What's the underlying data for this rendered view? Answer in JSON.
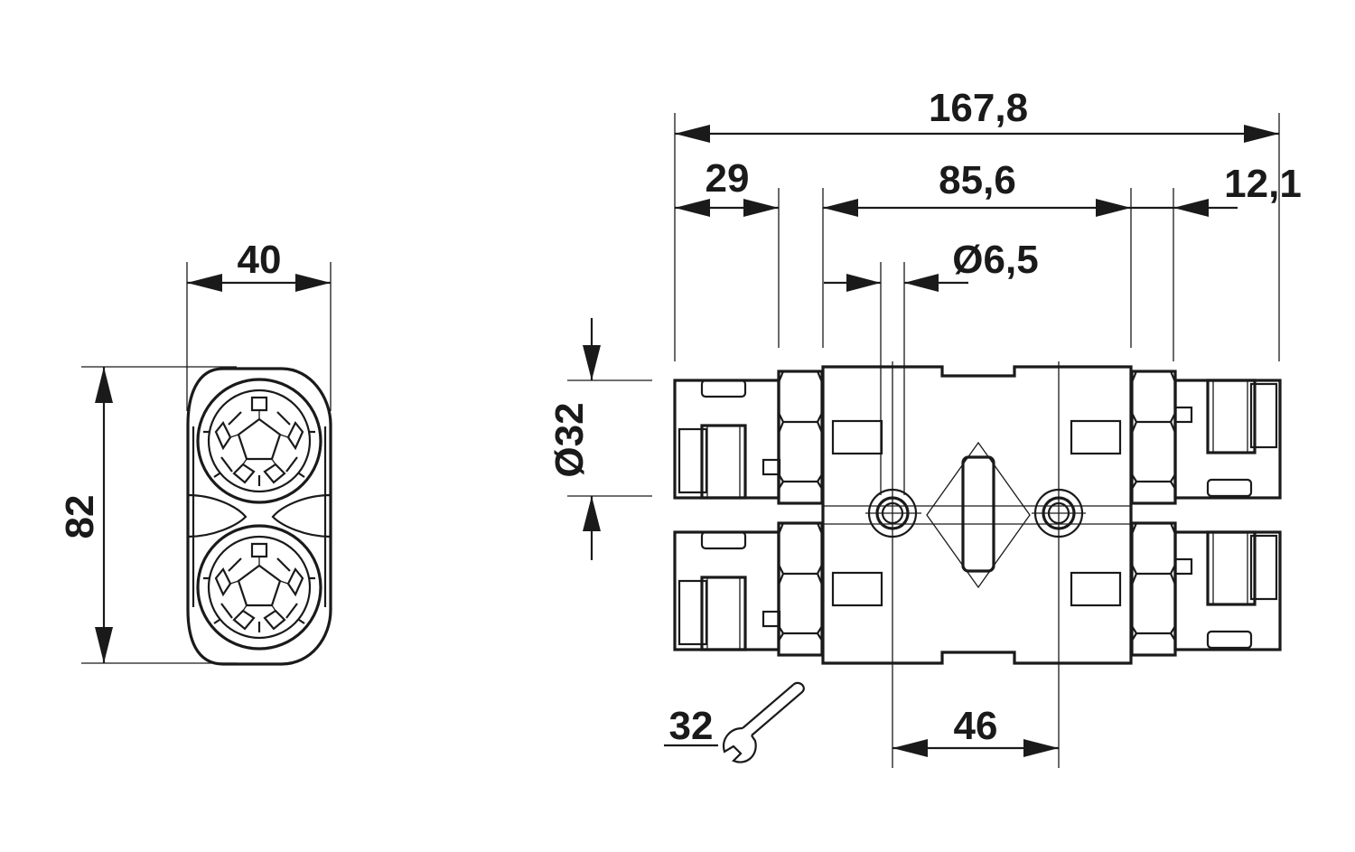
{
  "dimensions": {
    "side_width": "40",
    "side_height": "82",
    "overall_length": "167,8",
    "left_end": "29",
    "center_span": "85,6",
    "right_end": "12,1",
    "hole_diameter": "Ø6,5",
    "port_diameter": "Ø32",
    "hole_spacing": "46",
    "wrench_size": "32"
  },
  "colors": {
    "line": "#1a1a1a",
    "background": "#ffffff"
  },
  "icons": {
    "wrench": "wrench-icon"
  }
}
